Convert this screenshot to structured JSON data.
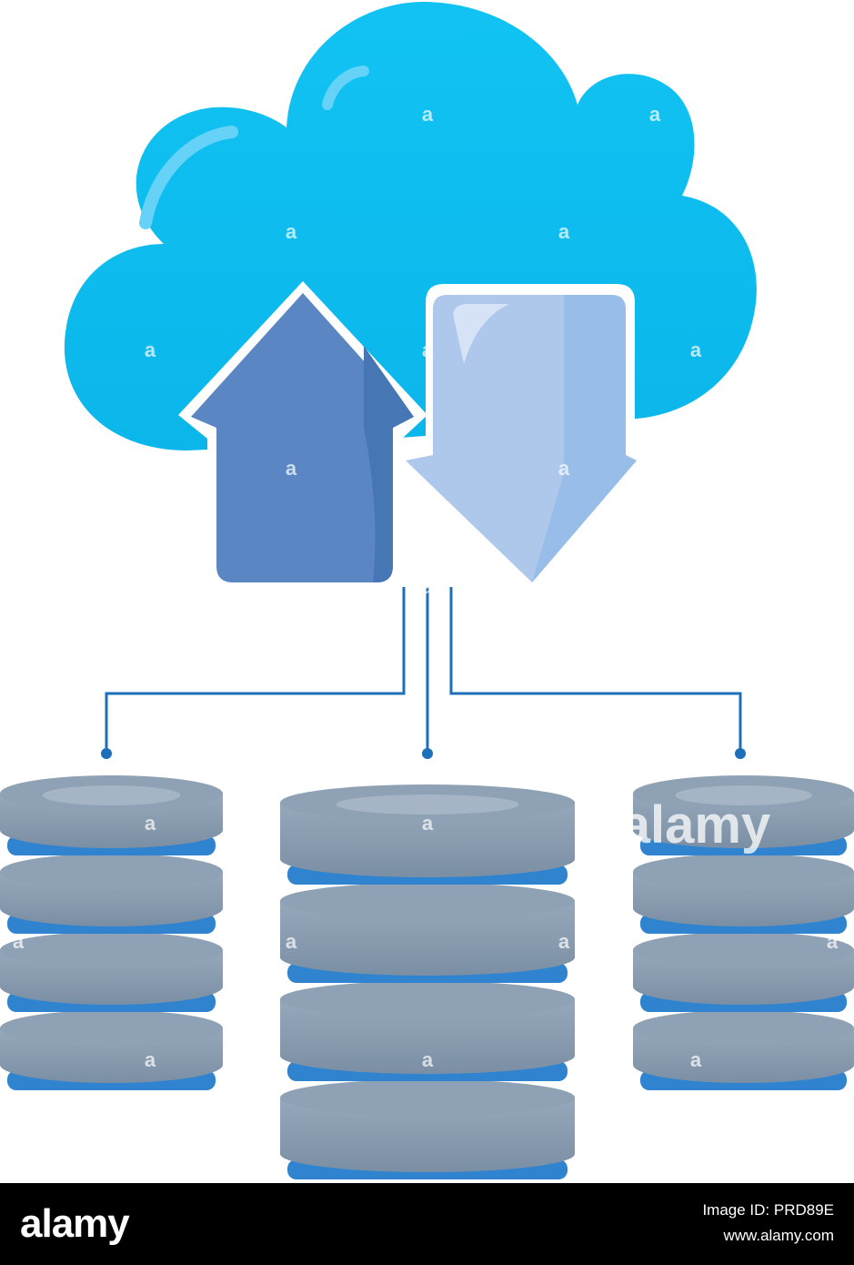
{
  "illustration": {
    "cloud": {
      "icon": "cloud-icon",
      "color": "#0bbdf1"
    },
    "upload_arrow": {
      "icon": "upload-arrow-icon",
      "color": "#5b86c4"
    },
    "download_arrow": {
      "icon": "download-arrow-icon",
      "color": "#adc8ea"
    },
    "connector_color": "#1d6fba",
    "servers": [
      {
        "name": "left",
        "icon": "database-server-icon",
        "disks": 4
      },
      {
        "name": "center",
        "icon": "database-server-icon",
        "disks": 4
      },
      {
        "name": "right",
        "icon": "database-server-icon",
        "disks": 4
      }
    ],
    "disk_color": "#8a9db1",
    "stripe_color": "#2f83cf"
  },
  "watermark": {
    "center_text": "alamy",
    "tile_text": "a"
  },
  "footer": {
    "brand": "alamy",
    "image_id": "Image ID: PRD89E",
    "url": "www.alamy.com"
  }
}
